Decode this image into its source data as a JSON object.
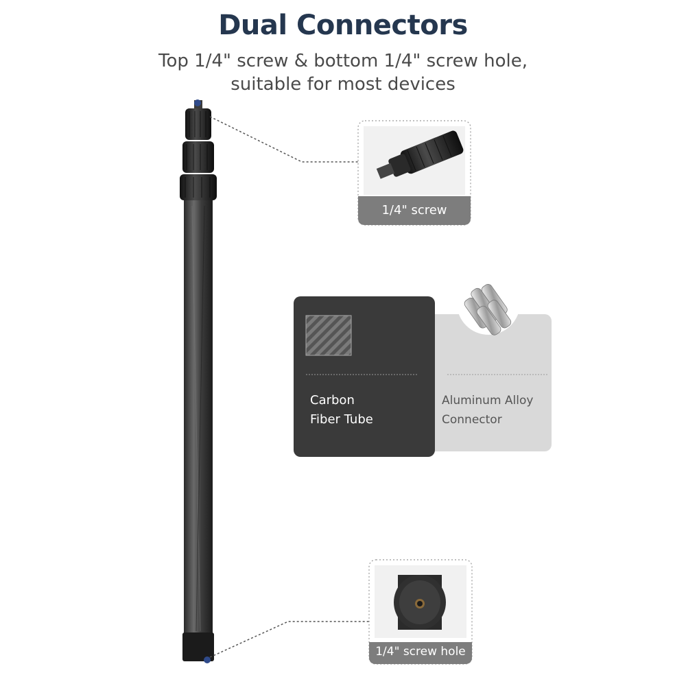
{
  "heading": {
    "title": "Dual Connectors",
    "subtitle_line1": "Top 1/4\" screw & bottom 1/4\" screw hole,",
    "subtitle_line2": "suitable for most devices"
  },
  "callouts": {
    "top_label": "1/4\" screw",
    "bottom_label": "1/4\" screw hole"
  },
  "materials": {
    "carbon_line1": "Carbon",
    "carbon_line2": "Fiber Tube",
    "alloy_line1": "Aluminum Alloy",
    "alloy_line2": "Connector"
  },
  "colors": {
    "title": "#25374f",
    "dark_card": "#3a3a3a",
    "light_card": "#d9d9d9",
    "label_bar": "#7d7d7d"
  }
}
